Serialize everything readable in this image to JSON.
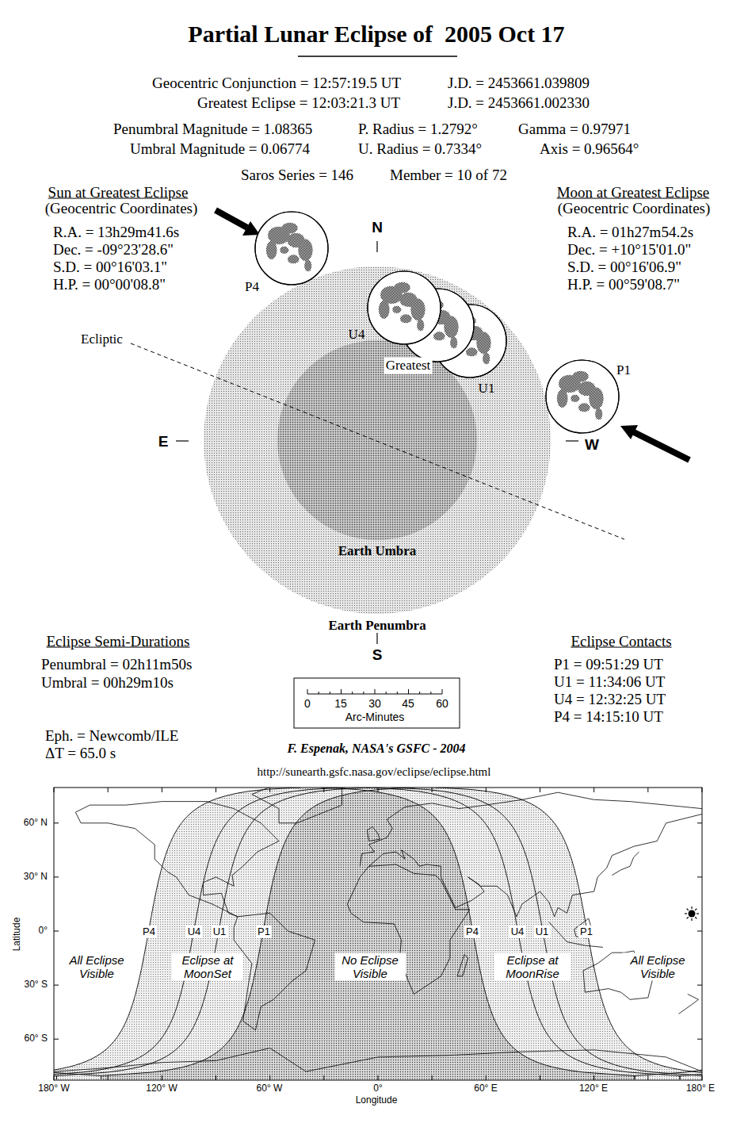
{
  "diagram": {
    "title": "Partial Lunar Eclipse of  2005 Oct 17",
    "nodes": [
      {
        "text": [
          "Earth Penumbra"
        ]
      },
      {
        "text": [
          "Earth Umbra"
        ],
        "in": 0
      },
      {
        "text": [
          "P4"
        ]
      },
      {
        "text": [
          "U4"
        ]
      },
      {
        "text": [
          "Greatest"
        ]
      },
      {
        "text": [
          "U1"
        ]
      },
      {
        "text": [
          "P1"
        ]
      }
    ],
    "labels": [
      "Geocentric Conjunction = 12:57:19.5 UT",
      "J.D. = 2453661.039809",
      "Greatest Eclipse = 12:03:21.3 UT",
      "J.D. = 2453661.002330",
      "Penumbral Magnitude = 1.08365",
      "P. Radius = 1.2792°",
      "Gamma = 0.97971",
      "Umbral Magnitude = 0.06774",
      "U. Radius = 0.7334°",
      "Axis = 0.96564°",
      "Saros Series = 146",
      "Member = 10 of 72",
      "Sun at Greatest Eclipse",
      "(Geocentric Coordinates)",
      "R.A. = 13h29m41.6s",
      "Dec. = -09°23'28.6\"",
      "S.D. = 00°16'03.1\"",
      "H.P. = 00°00'08.8\"",
      "Moon at Greatest Eclipse",
      "(Geocentric Coordinates)",
      "R.A. = 01h27m54.2s",
      "Dec. = +10°15'01.0\"",
      "S.D. = 00°16'06.9\"",
      "H.P. = 00°59'08.7\"",
      "N",
      "S",
      "E",
      "W",
      "Ecliptic",
      "Eclipse Semi-Durations",
      "Penumbral = 02h11m50s",
      "Umbral = 00h29m10s",
      "Eph. = Newcomb/ILE",
      "ΔT = 65.0 s",
      "0",
      "15",
      "30",
      "45",
      "60",
      "Arc-Minutes",
      "F. Espenak, NASA's GSFC - 2004",
      "http://sunearth.gsfc.nasa.gov/eclipse/eclipse.html",
      "Eclipse Contacts",
      "P1 = 09:51:29 UT",
      "U1 = 11:34:06 UT",
      "U4 = 12:32:25 UT",
      "P4 = 14:15:10 UT",
      "60° N",
      "30° N",
      "0°",
      "30° S",
      "60° S",
      "Latitude",
      "180° W",
      "120° W",
      "60° W",
      "0°",
      "60° E",
      "120° E",
      "180° E",
      "Longitude",
      "P4",
      "U4",
      "U1",
      "P1",
      "P4",
      "U4",
      "U1",
      "P1",
      "All Eclipse Visible",
      "Eclipse at MoonSet",
      "No Eclipse Visible",
      "Eclipse at MoonRise",
      "All Eclipse Visible"
    ]
  }
}
